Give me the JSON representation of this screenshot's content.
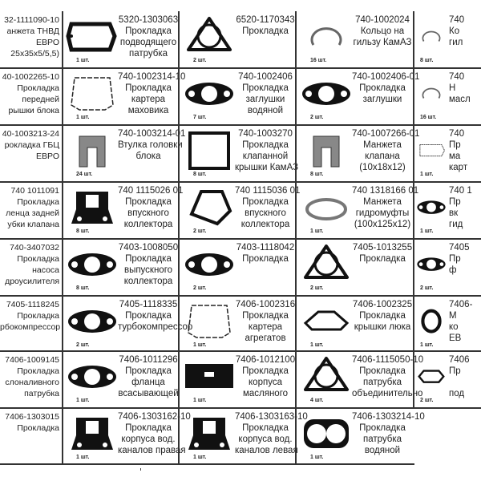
{
  "rows": [
    [
      {
        "code": "32-1111090-10",
        "lines": [
          "анжета ТНВД",
          "ЕВРО",
          "25x35x5/5,5)"
        ],
        "qty": "",
        "icon": "none"
      },
      {
        "code": "5320-1303063",
        "lines": [
          "Прокладка",
          "подводящего",
          "патрубка"
        ],
        "qty": "1 шт.",
        "icon": "rect-gasket"
      },
      {
        "code": "6520-1170343",
        "lines": [
          "Прокладка"
        ],
        "qty": "2 шт.",
        "icon": "triangle-gasket"
      },
      {
        "code": "740-1002024",
        "lines": [
          "Кольцо на",
          "гильзу КамАЗ"
        ],
        "qty": "16 шт.",
        "icon": "ring-clip"
      },
      {
        "code": "740",
        "lines": [
          "Ко",
          "гил"
        ],
        "qty": "8 шт.",
        "icon": "ring-clip"
      }
    ],
    [
      {
        "code": "40-1002265-10",
        "lines": [
          "Прокладка",
          "передней",
          "рышки блока"
        ],
        "qty": "",
        "icon": "none"
      },
      {
        "code": "740-1002314-10",
        "lines": [
          "Прокладка",
          "картера",
          "маховика"
        ],
        "qty": "1 шт.",
        "icon": "outline-gasket"
      },
      {
        "code": "740-1002406",
        "lines": [
          "Прокладка",
          "заглушки",
          "водяной"
        ],
        "qty": "7 шт.",
        "icon": "flange-gasket"
      },
      {
        "code": "740-1002406-01",
        "lines": [
          "Прокладка",
          "заглушки"
        ],
        "qty": "2 шт.",
        "icon": "flange-gasket"
      },
      {
        "code": "740",
        "lines": [
          "Н",
          "масл"
        ],
        "qty": "16 шт.",
        "icon": "ring-clip"
      }
    ],
    [
      {
        "code": "40-1003213-24",
        "lines": [
          "рокладка ГБЦ",
          "ЕВРО"
        ],
        "qty": "",
        "icon": "none"
      },
      {
        "code": "740-1003214-01",
        "lines": [
          "Втулка головки",
          "блока"
        ],
        "qty": "24 шт.",
        "icon": "bushing"
      },
      {
        "code": "740-1003270",
        "lines": [
          "Прокладка",
          "клапанной",
          "крышки КамАЗ"
        ],
        "qty": "8 шт.",
        "icon": "cover-gasket"
      },
      {
        "code": "740-1007266-01",
        "lines": [
          "Манжета",
          "клапана",
          "(10x18x12)"
        ],
        "qty": "8 шт.",
        "icon": "bushing"
      },
      {
        "code": "740",
        "lines": [
          "Пр",
          "ма",
          "карт"
        ],
        "qty": "1 шт.",
        "icon": "pan-gasket"
      }
    ],
    [
      {
        "code": "740 1011091",
        "lines": [
          "Прокладка",
          "ленца задней",
          "убки клапана"
        ],
        "qty": "",
        "icon": "none"
      },
      {
        "code": "740 1115026 01",
        "lines": [
          "Прокладка",
          "впускного",
          "коллектора"
        ],
        "qty": "8 шт.",
        "icon": "plate-gasket"
      },
      {
        "code": "740 1115036 01",
        "lines": [
          "Прокладка",
          "впускного",
          "коллектора"
        ],
        "qty": "2 шт.",
        "icon": "shape-gasket"
      },
      {
        "code": "740 1318166 01",
        "lines": [
          "Манжета",
          "гидромуфты",
          "(100x125x12)"
        ],
        "qty": "1 шт.",
        "icon": "flat-ring"
      },
      {
        "code": "740 1",
        "lines": [
          "Пр",
          "вк",
          "гид"
        ],
        "qty": "1 шт.",
        "icon": "flange-gasket"
      }
    ],
    [
      {
        "code": "740-3407032",
        "lines": [
          "Прокладка",
          "насоса",
          "дроусилителя"
        ],
        "qty": "",
        "icon": "none"
      },
      {
        "code": "7403-1008050",
        "lines": [
          "Прокладка",
          "выпускного",
          "коллектора"
        ],
        "qty": "8 шт.",
        "icon": "flange-gasket"
      },
      {
        "code": "7403-1118042",
        "lines": [
          "Прокладка"
        ],
        "qty": "2 шт.",
        "icon": "flange-gasket"
      },
      {
        "code": "7405-1013255",
        "lines": [
          "Прокладка"
        ],
        "qty": "2 шт.",
        "icon": "triangle-gasket"
      },
      {
        "code": "7405",
        "lines": [
          "Пр",
          "ф"
        ],
        "qty": "2 шт.",
        "icon": "flange-gasket"
      }
    ],
    [
      {
        "code": "7405-1118245",
        "lines": [
          "Прокладка",
          "рбокомпрессор"
        ],
        "qty": "",
        "icon": "none"
      },
      {
        "code": "7405-1118335",
        "lines": [
          "Прокладка",
          "турбокомпрессор"
        ],
        "qty": "2 шт.",
        "icon": "flange-gasket"
      },
      {
        "code": "7406-1002316",
        "lines": [
          "Прокладка",
          "картера",
          "агрегатов"
        ],
        "qty": "1 шт.",
        "icon": "outline-gasket"
      },
      {
        "code": "7406-1002325",
        "lines": [
          "Прокладка",
          "крышки люка"
        ],
        "qty": "1 шт.",
        "icon": "hatch-gasket"
      },
      {
        "code": "7406-",
        "lines": [
          "М",
          "ко",
          "ЕВ"
        ],
        "qty": "1 шт.",
        "icon": "thick-ring"
      }
    ],
    [
      {
        "code": "7406-1009145",
        "lines": [
          "Прокладка",
          "слоналивного",
          "патрубка"
        ],
        "qty": "",
        "icon": "none"
      },
      {
        "code": "7406-1011296",
        "lines": [
          "Прокладка",
          "фланца",
          "всасывающей"
        ],
        "qty": "1 шт.",
        "icon": "flange-gasket"
      },
      {
        "code": "7406-1012100",
        "lines": [
          "Прокладка",
          "корпуса",
          "масляного"
        ],
        "qty": "1 шт.",
        "icon": "strip-gasket"
      },
      {
        "code": "7406-1115050-10",
        "lines": [
          "Прокладка",
          "патрубка",
          "объединительно"
        ],
        "qty": "4 шт.",
        "icon": "triangle-gasket"
      },
      {
        "code": "7406",
        "lines": [
          "Пр",
          "",
          "под"
        ],
        "qty": "2 шт.",
        "icon": "oval-gasket"
      }
    ],
    [
      {
        "code": "7406-1303015",
        "lines": [
          "Прокладка"
        ],
        "qty": "",
        "icon": "none"
      },
      {
        "code": "7406-1303162-10",
        "lines": [
          "Прокладка",
          "корпуса вод.",
          "каналов правая"
        ],
        "qty": "1 шт.",
        "icon": "plate-gasket"
      },
      {
        "code": "7406-1303163-10",
        "lines": [
          "Прокладка",
          "корпуса вод.",
          "каналов левая"
        ],
        "qty": "1 шт.",
        "icon": "plate-gasket"
      },
      {
        "code": "7406-1303214-10",
        "lines": [
          "Прокладка",
          "патрубка",
          "водяной"
        ],
        "qty": "1 шт.",
        "icon": "double-ring-gasket"
      },
      null
    ]
  ]
}
